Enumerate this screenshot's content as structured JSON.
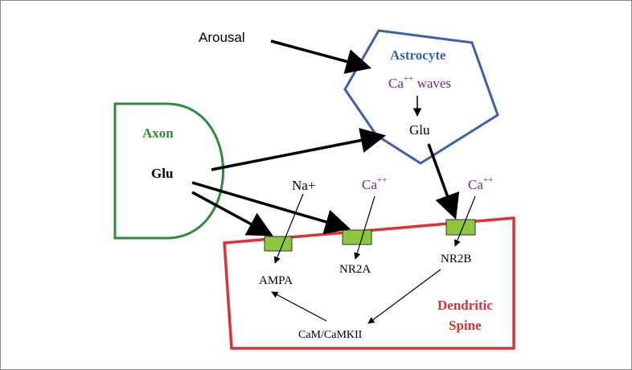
{
  "arousal_label": "Arousal",
  "astrocyte": {
    "title": "Astrocyte",
    "ca_base": "Ca",
    "ca_charge": "++",
    "waves": " waves",
    "glu": "Glu"
  },
  "axon": {
    "title": "Axon",
    "glu": "Glu"
  },
  "ions": {
    "na": "Na+",
    "ca_base": "Ca",
    "ca_charge": "++"
  },
  "receptors": {
    "ampa": "AMPA",
    "nr2a": "NR2A",
    "nr2b": "NR2B"
  },
  "kinase": "CaM/CaMKII",
  "spine": {
    "line1": "Dendritic",
    "line2": "Spine"
  },
  "colors": {
    "astrocyte_outline": "#3f5fae",
    "axon_outline": "#2e8b3a",
    "spine_outline": "#e03030",
    "receptor_fill": "#8dc63f",
    "purple_text": "#7a2a7a",
    "spine_label": "#e03030",
    "axon_label": "#2e8b3a",
    "astrocyte_label": "#3f5fae"
  }
}
